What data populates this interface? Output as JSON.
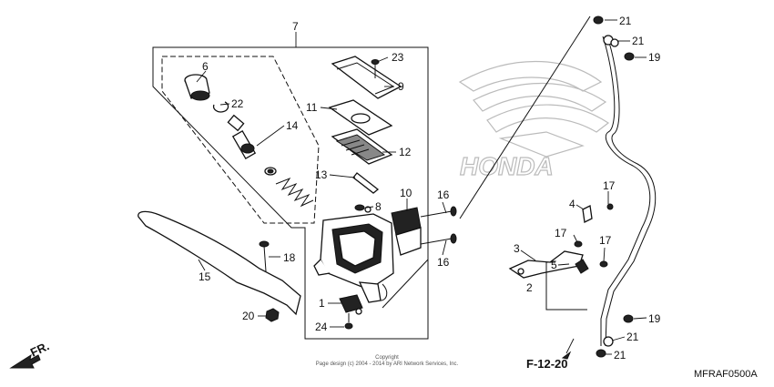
{
  "parts": [
    {
      "no": "1"
    },
    {
      "no": "2"
    },
    {
      "no": "3"
    },
    {
      "no": "4"
    },
    {
      "no": "6"
    },
    {
      "no": "7"
    },
    {
      "no": "8"
    },
    {
      "no": "9"
    },
    {
      "no": "10"
    },
    {
      "no": "11"
    },
    {
      "no": "12"
    },
    {
      "no": "13"
    },
    {
      "no": "14"
    },
    {
      "no": "15"
    },
    {
      "no": "16"
    },
    {
      "no": "16"
    },
    {
      "no": "17"
    },
    {
      "no": "17"
    },
    {
      "no": "17"
    },
    {
      "no": "18"
    },
    {
      "no": "19"
    },
    {
      "no": "19"
    },
    {
      "no": "20"
    },
    {
      "no": "21"
    },
    {
      "no": "21"
    },
    {
      "no": "21"
    },
    {
      "no": "21"
    },
    {
      "no": "22"
    },
    {
      "no": "23"
    },
    {
      "no": "24"
    }
  ],
  "watermark": "HONDA",
  "page_ref": "F-12-20",
  "direction_label": "FR.",
  "diagram_code": "MFRAF0500A",
  "copyright_line1": "Copyright",
  "copyright_line2": "Page design (c) 2004 - 2014 by ARI Network Services, Inc."
}
